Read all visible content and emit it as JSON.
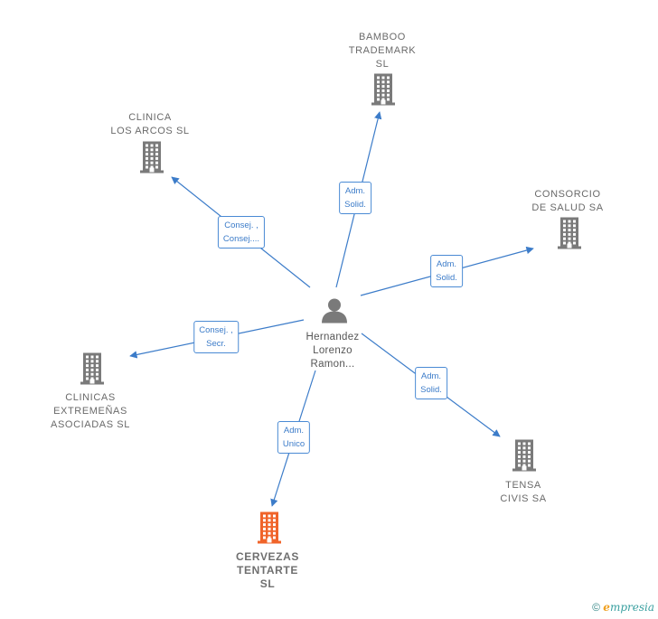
{
  "center": {
    "name": "Hernandez\nLorenzo\nRamon..."
  },
  "companies": [
    {
      "id": "bamboo",
      "name": "BAMBOO\nTRADEMARK\nSL",
      "highlight": false
    },
    {
      "id": "clinica-arcos",
      "name": "CLINICA\nLOS ARCOS SL",
      "highlight": false
    },
    {
      "id": "consorcio",
      "name": "CONSORCIO\nDE SALUD SA",
      "highlight": false
    },
    {
      "id": "clinicas-extremenas",
      "name": "CLINICAS\nEXTREMEÑAS\nASOCIADAS SL",
      "highlight": false
    },
    {
      "id": "tensa",
      "name": "TENSA\nCIVIS SA",
      "highlight": false
    },
    {
      "id": "cervezas",
      "name": "CERVEZAS\nTENTARTE\nSL",
      "highlight": true
    }
  ],
  "edges": [
    {
      "to": "bamboo",
      "label": "Adm.\nSolid."
    },
    {
      "to": "clinica-arcos",
      "label": "Consej. ,\nConsej...."
    },
    {
      "to": "consorcio",
      "label": "Adm.\nSolid."
    },
    {
      "to": "clinicas-extremenas",
      "label": "Consej. ,\nSecr."
    },
    {
      "to": "tensa",
      "label": "Adm.\nSolid."
    },
    {
      "to": "cervezas",
      "label": "Adm.\nUnico"
    }
  ],
  "footer": {
    "copyright": "©",
    "brand_initial": "e",
    "brand_rest": "mpresia"
  },
  "colors": {
    "edge": "#3c7cc9",
    "building": "#7a7a7a",
    "highlight": "#f0642a",
    "person": "#7a7a7a"
  }
}
